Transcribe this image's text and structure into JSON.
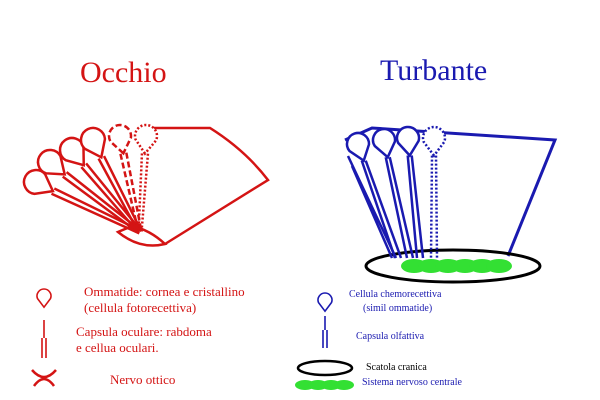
{
  "colors": {
    "eye": "#d41414",
    "turban": "#1a1ab0",
    "nervous_system": "#33e033",
    "skull": "#000000"
  },
  "left": {
    "title": "Occhio",
    "legend": [
      {
        "icon": "ommatidium-icon",
        "text": "Ommatide: cornea e cristallino\n(cellula fotorecettiva)"
      },
      {
        "icon": "ocular-capsule-icon",
        "text": "Capsula oculare: rabdoma\ne cellua oculari."
      },
      {
        "icon": "optic-nerve-icon",
        "text": "Nervo ottico"
      }
    ]
  },
  "right": {
    "title": "Turbante",
    "legend": [
      {
        "icon": "chemoreceptor-cell-icon",
        "text": "Cellula chemorecettiva",
        "subtext": "(simil ommatide)"
      },
      {
        "icon": "olfactory-capsule-icon",
        "text": "Capsula olfattiva"
      },
      {
        "icon": "skull-icon",
        "text": "Scatola cranica"
      },
      {
        "icon": "nervous-system-icon",
        "text": "Sistema nervoso centrale"
      }
    ]
  }
}
